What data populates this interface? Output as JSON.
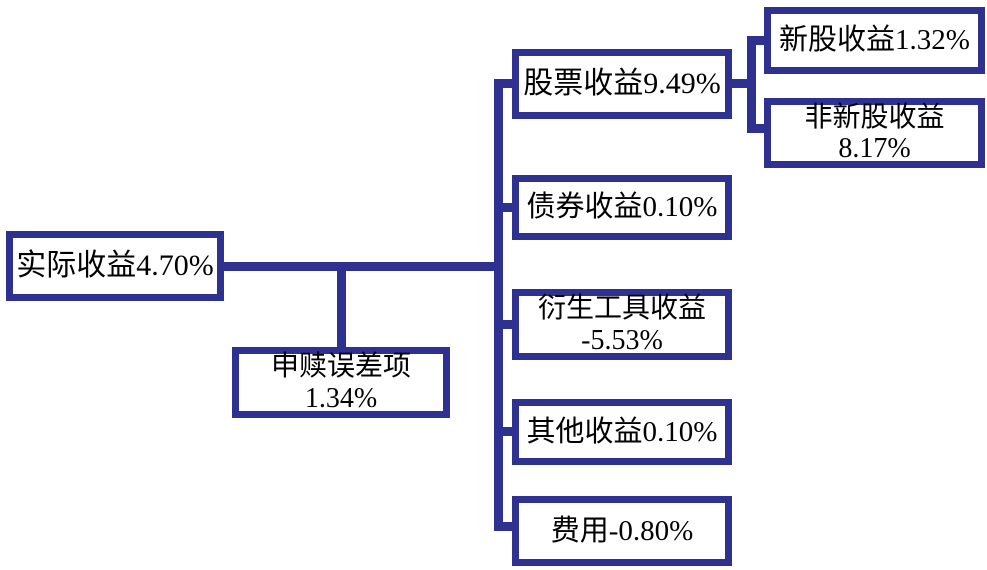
{
  "diagram": {
    "type": "tree",
    "title": "",
    "accent_color": "#2f3190",
    "background_color": "#ffffff",
    "text_color": "#000000",
    "nodes": {
      "actual_return": {
        "label": "实际收益4.70%",
        "name": "实际收益",
        "value": "4.70%"
      },
      "purchase_redemption_error": {
        "label": "申赎误差项\n1.34%",
        "name": "申赎误差项",
        "value": "1.34%"
      },
      "stock_return": {
        "label": "股票收益9.49%",
        "name": "股票收益",
        "value": "9.49%"
      },
      "bond_return": {
        "label": "债券收益0.10%",
        "name": "债券收益",
        "value": "0.10%"
      },
      "derivative_return": {
        "label": "衍生工具收益\n-5.53%",
        "name": "衍生工具收益",
        "value": "-5.53%"
      },
      "other_return": {
        "label": "其他收益0.10%",
        "name": "其他收益",
        "value": "0.10%"
      },
      "fee": {
        "label": "费用-0.80%",
        "name": "费用",
        "value": "-0.80%"
      },
      "new_share_return": {
        "label": "新股收益1.32%",
        "name": "新股收益",
        "value": "1.32%"
      },
      "non_new_share_return": {
        "label": "非新股收益\n8.17%",
        "name": "非新股收益",
        "value": "8.17%"
      }
    },
    "edges": [
      {
        "from": "actual_return",
        "to": "purchase_redemption_error"
      },
      {
        "from": "actual_return",
        "to": "stock_return"
      },
      {
        "from": "actual_return",
        "to": "bond_return"
      },
      {
        "from": "actual_return",
        "to": "derivative_return"
      },
      {
        "from": "actual_return",
        "to": "other_return"
      },
      {
        "from": "actual_return",
        "to": "fee"
      },
      {
        "from": "stock_return",
        "to": "new_share_return"
      },
      {
        "from": "stock_return",
        "to": "non_new_share_return"
      }
    ]
  }
}
